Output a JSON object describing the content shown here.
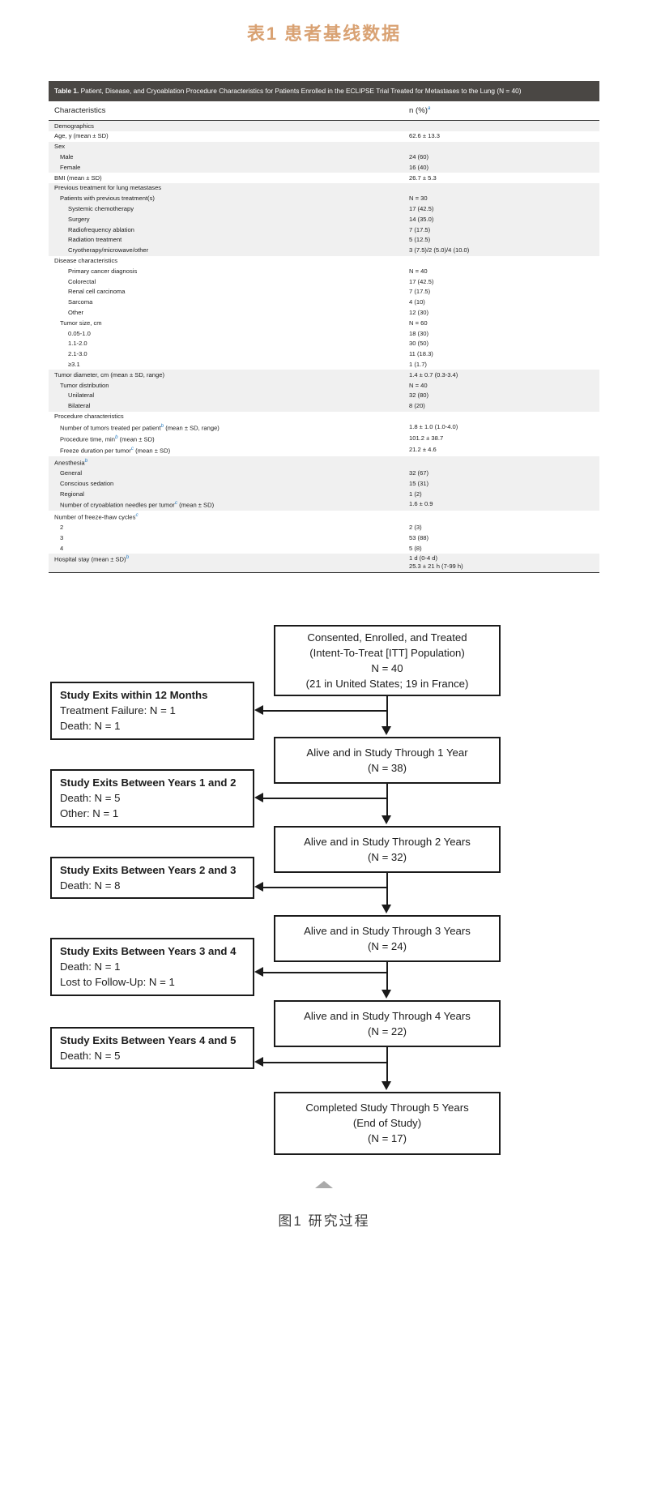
{
  "heading_cn": "表1  患者基线数据",
  "figure_caption_cn": "图1  研究过程",
  "colors": {
    "accent": "#d9a273",
    "caption_bg": "#4a4744",
    "footnote": "#2b7fc4",
    "rule": "#2b2b2b"
  },
  "table": {
    "caption_label": "Table 1.",
    "caption_text": " Patient, Disease, and Cryoablation Procedure Characteristics for Patients Enrolled in the ECLIPSE Trial Treated for Metastases to the Lung (N = 40)",
    "col_characteristics": "Characteristics",
    "col_value": "n (%)",
    "col_value_fn": "a",
    "rows": [
      {
        "label": "Demographics",
        "value": "",
        "indent": 0,
        "shade": true
      },
      {
        "label": "Age, y (mean ± SD)",
        "value": "62.6 ± 13.3",
        "indent": 0,
        "shade": false
      },
      {
        "label": "Sex",
        "value": "",
        "indent": 0,
        "shade": true
      },
      {
        "label": "Male",
        "value": "24 (60)",
        "indent": 1,
        "shade": true
      },
      {
        "label": "Female",
        "value": "16 (40)",
        "indent": 1,
        "shade": true
      },
      {
        "label": "BMI (mean ± SD)",
        "value": "26.7 ± 5.3",
        "indent": 0,
        "shade": false
      },
      {
        "label": "Previous treatment for lung metastases",
        "value": "",
        "indent": 0,
        "shade": true
      },
      {
        "label": "Patients with previous treatment(s)",
        "value": "N = 30",
        "indent": 1,
        "shade": true
      },
      {
        "label": "Systemic chemotherapy",
        "value": "17 (42.5)",
        "indent": 2,
        "shade": true
      },
      {
        "label": "Surgery",
        "value": "14 (35.0)",
        "indent": 2,
        "shade": true
      },
      {
        "label": "Radiofrequency ablation",
        "value": "7 (17.5)",
        "indent": 2,
        "shade": true
      },
      {
        "label": "Radiation treatment",
        "value": "5 (12.5)",
        "indent": 2,
        "shade": true
      },
      {
        "label": "Cryotherapy/microwave/other",
        "value": "3 (7.5)/2 (5.0)/4 (10.0)",
        "indent": 2,
        "shade": true
      },
      {
        "label": "Disease characteristics",
        "value": "",
        "indent": 0,
        "shade": false
      },
      {
        "label": "Primary cancer diagnosis",
        "value": "N = 40",
        "indent": 2,
        "shade": false
      },
      {
        "label": "Colorectal",
        "value": "17 (42.5)",
        "indent": 2,
        "shade": false
      },
      {
        "label": "Renal cell carcinoma",
        "value": "7 (17.5)",
        "indent": 2,
        "shade": false
      },
      {
        "label": "Sarcoma",
        "value": "4 (10)",
        "indent": 2,
        "shade": false
      },
      {
        "label": "Other",
        "value": "12 (30)",
        "indent": 2,
        "shade": false
      },
      {
        "label": "Tumor size, cm",
        "value": "N = 60",
        "indent": 1,
        "shade": false
      },
      {
        "label": "0.05-1.0",
        "value": "18 (30)",
        "indent": 2,
        "shade": false
      },
      {
        "label": "1.1-2.0",
        "value": "30 (50)",
        "indent": 2,
        "shade": false
      },
      {
        "label": "2.1-3.0",
        "value": "11 (18.3)",
        "indent": 2,
        "shade": false
      },
      {
        "label": "≥3.1",
        "value": "1 (1.7)",
        "indent": 2,
        "shade": false
      },
      {
        "label": "Tumor diameter, cm (mean ± SD, range)",
        "value": "1.4 ± 0.7 (0.3-3.4)",
        "indent": 0,
        "shade": true
      },
      {
        "label": "Tumor distribution",
        "value": "N = 40",
        "indent": 1,
        "shade": true
      },
      {
        "label": "Unilateral",
        "value": "32 (80)",
        "indent": 2,
        "shade": true
      },
      {
        "label": "Bilateral",
        "value": "8 (20)",
        "indent": 2,
        "shade": true
      },
      {
        "label": "Procedure characteristics",
        "value": "",
        "indent": 0,
        "shade": false
      },
      {
        "label": "Number of tumors treated per patient",
        "fn": "b",
        "label_tail": " (mean ± SD, range)",
        "value": "1.8 ± 1.0 (1.0-4.0)",
        "indent": 1,
        "shade": false
      },
      {
        "label": "Procedure time, min",
        "fn": "b",
        "label_tail": " (mean ± SD)",
        "value": "101.2 ± 38.7",
        "indent": 1,
        "shade": false
      },
      {
        "label": "Freeze duration per tumor",
        "fn": "c",
        "label_tail": " (mean ± SD)",
        "value": "21.2 ± 4.6",
        "indent": 1,
        "shade": false
      },
      {
        "label": "Anesthesia",
        "fn": "b",
        "value": "",
        "indent": 0,
        "shade": true
      },
      {
        "label": "General",
        "value": "32 (67)",
        "indent": 1,
        "shade": true
      },
      {
        "label": "Conscious sedation",
        "value": "15 (31)",
        "indent": 1,
        "shade": true
      },
      {
        "label": "Regional",
        "value": "1 (2)",
        "indent": 1,
        "shade": true
      },
      {
        "label": "Number of cryoablation needles per tumor",
        "fn": "c",
        "label_tail": " (mean ± SD)",
        "value": "1.6 ± 0.9",
        "indent": 1,
        "shade": true
      },
      {
        "label": "Number of freeze-thaw cycles",
        "fn": "c",
        "value": "",
        "indent": 0,
        "shade": false
      },
      {
        "label": "2",
        "value": "2 (3)",
        "indent": 1,
        "shade": false
      },
      {
        "label": "3",
        "value": "53 (88)",
        "indent": 1,
        "shade": false
      },
      {
        "label": "4",
        "value": "5 (8)",
        "indent": 1,
        "shade": false
      },
      {
        "label": "Hospital stay (mean ± SD)",
        "fn": "b",
        "value": "1 d (0-4 d)",
        "value2": "25.3 ± 21 h (7-99 h)",
        "indent": 0,
        "shade": true,
        "last": true
      }
    ]
  },
  "flowchart": {
    "main_boxes": [
      {
        "lines": [
          "Consented, Enrolled, and Treated",
          "(Intent-To-Treat [ITT] Population)",
          "N = 40",
          "(21 in United States; 19 in France)"
        ]
      },
      {
        "lines": [
          "Alive and in Study Through 1 Year",
          "(N = 38)"
        ]
      },
      {
        "lines": [
          "Alive and in Study Through 2 Years",
          "(N = 32)"
        ]
      },
      {
        "lines": [
          "Alive and in Study Through 3 Years",
          "(N = 24)"
        ]
      },
      {
        "lines": [
          "Alive and in Study Through 4 Years",
          "(N = 22)"
        ]
      },
      {
        "lines": [
          "Completed Study Through 5 Years",
          "(End of Study)",
          "(N = 17)"
        ]
      }
    ],
    "exit_boxes": [
      {
        "title": "Study Exits within 12 Months",
        "lines": [
          "Treatment Failure: N = 1",
          "Death: N = 1"
        ]
      },
      {
        "title": "Study Exits Between Years 1 and 2",
        "lines": [
          "Death: N = 5",
          "Other: N = 1"
        ]
      },
      {
        "title": "Study Exits Between Years 2 and 3",
        "lines": [
          "Death: N = 8"
        ]
      },
      {
        "title": "Study Exits Between Years 3 and 4",
        "lines": [
          "Death: N = 1",
          "Lost to Follow-Up: N = 1"
        ]
      },
      {
        "title": "Study Exits Between Years 4 and 5",
        "lines": [
          "Death: N = 5"
        ]
      }
    ]
  }
}
